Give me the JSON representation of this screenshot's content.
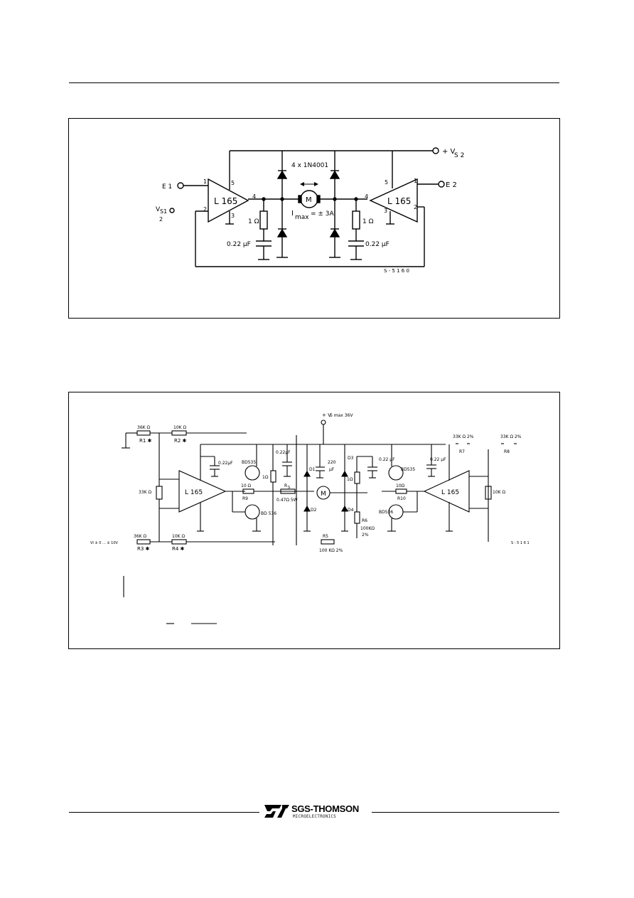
{
  "figure1": {
    "chip_left": "L 165",
    "chip_right": "L 165",
    "input_e1": "E 1",
    "input_e2": "E 2",
    "supply_vs2": "+ V",
    "supply_vs2_sub": "S 2",
    "supply_vs1": "V",
    "supply_vs1_sub": "S1",
    "vs1_fraction": "2",
    "diodes": "4 x 1N4001",
    "motor": "M",
    "imax": "I",
    "imax_sub": "max",
    "imax_value": "= ± 3A",
    "res_left": "1 Ω",
    "res_right": "1 Ω",
    "cap_left": "0.22 μF",
    "cap_right": "0.22 μF",
    "code": "S - 5 1 6 0",
    "pins": [
      "1",
      "2",
      "3",
      "4",
      "5"
    ]
  },
  "figure2": {
    "supply": "+ V",
    "supply_detail": "S max 36V",
    "r1_val": "36K Ω",
    "r1": "R1 ✱",
    "r2_val": "10K Ω",
    "r2": "R2 ✱",
    "r3_val": "36K Ω",
    "r3": "R3 ✱",
    "r4_val": "10K Ω",
    "r4": "R4 ✱",
    "r7_val": "33K Ω 2%",
    "r7": "R7",
    "r8_val": "33K Ω 2%",
    "r8": "R8",
    "r_33k": "33K Ω",
    "r_10k": "10K Ω",
    "cap1": "0.22μF",
    "cap2": "0.22μF",
    "cap3": "0.22 μF",
    "cap4": "0.22 μF",
    "cap_large": "220",
    "cap_large_unit": "μF",
    "bd535_left": "BD535",
    "bd536_left": "BD 536",
    "bd535_right": "BD535",
    "bd536_right": "BD536",
    "r9_val": "10 Ω",
    "r9": "R9",
    "r10_val": "10Ω",
    "r10": "R10",
    "rs": "R",
    "rs_sub": "S",
    "rs_val": "0.47Ω 5W",
    "one_ohm_l": "1Ω",
    "one_ohm_r": "1Ω",
    "r5": "R5",
    "r5_val": "100 KΩ 2%",
    "r6": "R6",
    "r6_val": "100KΩ",
    "r6_tol": "2%",
    "d1": "D1",
    "d2": "D2",
    "d3": "D3",
    "d4": "D4",
    "chip_left": "L 165",
    "chip_right": "L 165",
    "motor": "M",
    "vi": "VI  ± 0 ... ± 10V",
    "code": "S - 5 1 6 1"
  },
  "footer": {
    "brand": "SGS-THOMSON",
    "sub": "MICROELECTRONICS"
  }
}
